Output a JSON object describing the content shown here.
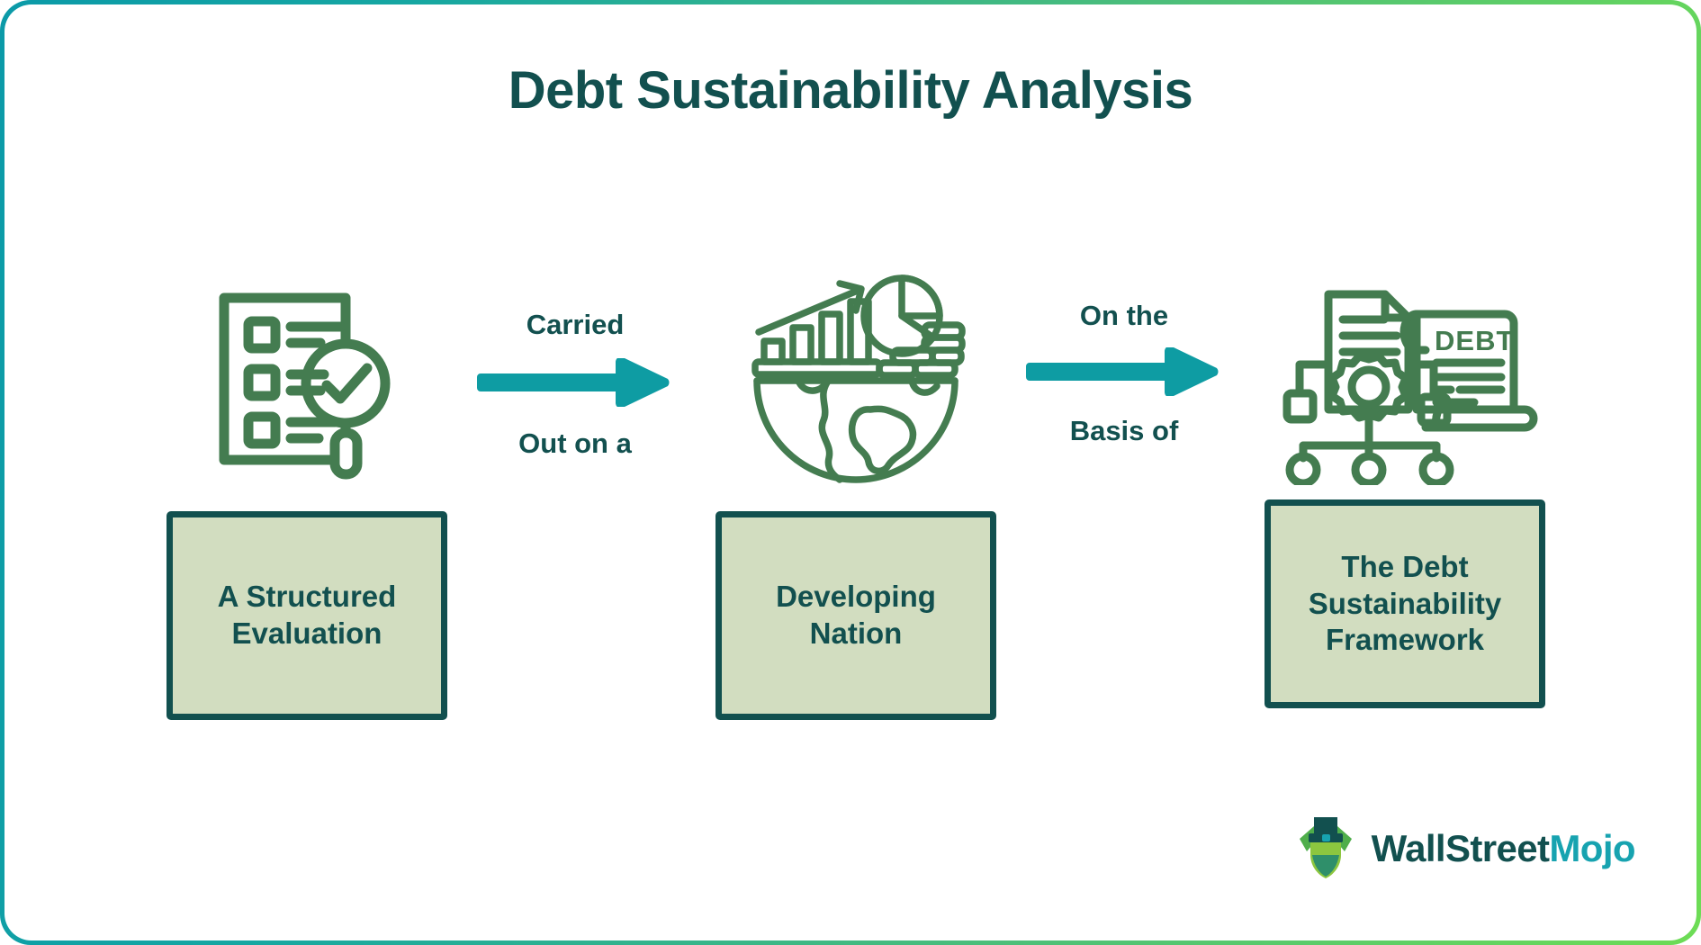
{
  "title": "Debt Sustainability Analysis",
  "colors": {
    "title_text": "#12504f",
    "box_fill": "#d2ddc0",
    "box_border": "#12504f",
    "icon_green": "#447c50",
    "arrow_teal": "#0e9ca3",
    "frame_gradient_start": "#0b9aa8",
    "frame_gradient_end": "#6ddc55",
    "brand_primary": "#12504f",
    "brand_accent": "#17a3b0"
  },
  "stages": [
    {
      "id": "stage-1",
      "icon_name": "checklist-magnifier-icon",
      "label_line_1": "A Structured",
      "label_line_2": "Evaluation",
      "label_line_3": ""
    },
    {
      "id": "stage-2",
      "icon_name": "globe-growth-chart-icon",
      "label_line_1": "Developing",
      "label_line_2": "Nation",
      "label_line_3": ""
    },
    {
      "id": "stage-3",
      "icon_name": "debt-document-framework-icon",
      "label_line_1": "The Debt",
      "label_line_2": "Sustainability",
      "label_line_3": "Framework"
    }
  ],
  "connectors": [
    {
      "id": "connector-1",
      "label_top": "Carried",
      "label_bottom": "Out on a",
      "arrow_name": "right-arrow-icon"
    },
    {
      "id": "connector-2",
      "label_top": "On the",
      "label_bottom": "Basis of",
      "arrow_name": "right-arrow-icon"
    }
  ],
  "brand": {
    "logo_name": "wallstreetmojo-bull-logo",
    "name_part_1": "WallStreet",
    "name_part_2": "Mojo"
  }
}
